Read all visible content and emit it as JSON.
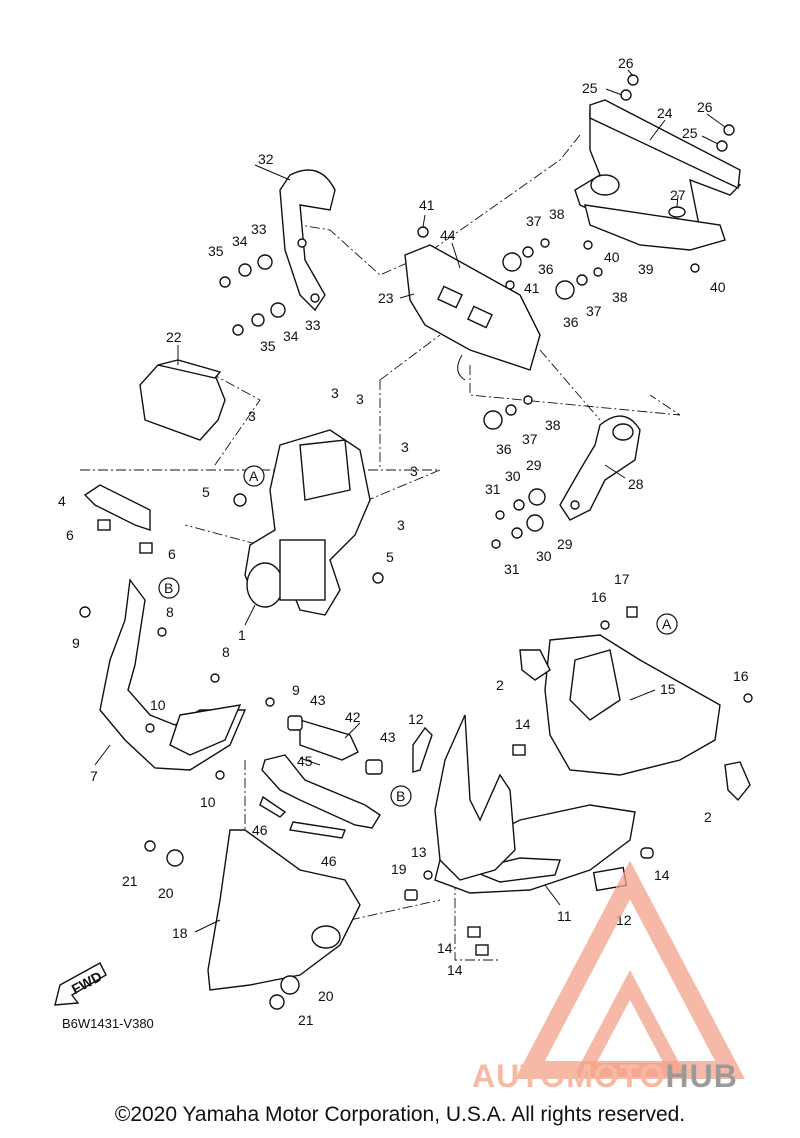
{
  "diagram": {
    "code": "B6W1431-V380",
    "copyright": "©2020 Yamaha Motor Corporation, U.S.A. All rights reserved.",
    "fwd_label": "FWD",
    "watermark": {
      "part1": "AUTOMOTO",
      "part2": "HUB"
    },
    "callouts": [
      {
        "id": "c26a",
        "text": "26"
      },
      {
        "id": "c25a",
        "text": "25"
      },
      {
        "id": "c24",
        "text": "24"
      },
      {
        "id": "c26b",
        "text": "26"
      },
      {
        "id": "c25b",
        "text": "25"
      },
      {
        "id": "c27",
        "text": "27"
      },
      {
        "id": "c32",
        "text": "32"
      },
      {
        "id": "c33a",
        "text": "33"
      },
      {
        "id": "c34a",
        "text": "34"
      },
      {
        "id": "c35a",
        "text": "35"
      },
      {
        "id": "c41a",
        "text": "41"
      },
      {
        "id": "c44",
        "text": "44"
      },
      {
        "id": "c37a",
        "text": "37"
      },
      {
        "id": "c38a",
        "text": "38"
      },
      {
        "id": "c40a",
        "text": "40"
      },
      {
        "id": "c36a",
        "text": "36"
      },
      {
        "id": "c39",
        "text": "39"
      },
      {
        "id": "c40b",
        "text": "40"
      },
      {
        "id": "c41b",
        "text": "41"
      },
      {
        "id": "c38b",
        "text": "38"
      },
      {
        "id": "c23",
        "text": "23"
      },
      {
        "id": "c37b",
        "text": "37"
      },
      {
        "id": "c36b",
        "text": "36"
      },
      {
        "id": "c33b",
        "text": "33"
      },
      {
        "id": "c34b",
        "text": "34"
      },
      {
        "id": "c35b",
        "text": "35"
      },
      {
        "id": "c22",
        "text": "22"
      },
      {
        "id": "c3a",
        "text": "3"
      },
      {
        "id": "c3b",
        "text": "3"
      },
      {
        "id": "c3c",
        "text": "3"
      },
      {
        "id": "c3d",
        "text": "3"
      },
      {
        "id": "c3e",
        "text": "3"
      },
      {
        "id": "c3f",
        "text": "3"
      },
      {
        "id": "c38c",
        "text": "38"
      },
      {
        "id": "c37c",
        "text": "37"
      },
      {
        "id": "c36c",
        "text": "36"
      },
      {
        "id": "cA1",
        "text": "A"
      },
      {
        "id": "c4",
        "text": "4"
      },
      {
        "id": "c5a",
        "text": "5"
      },
      {
        "id": "c6a",
        "text": "6"
      },
      {
        "id": "c6b",
        "text": "6"
      },
      {
        "id": "c29a",
        "text": "29"
      },
      {
        "id": "c30a",
        "text": "30"
      },
      {
        "id": "c31a",
        "text": "31"
      },
      {
        "id": "c28",
        "text": "28"
      },
      {
        "id": "c29b",
        "text": "29"
      },
      {
        "id": "c30b",
        "text": "30"
      },
      {
        "id": "c31b",
        "text": "31"
      },
      {
        "id": "c5b",
        "text": "5"
      },
      {
        "id": "cB1",
        "text": "B"
      },
      {
        "id": "c8a",
        "text": "8"
      },
      {
        "id": "c9a",
        "text": "9"
      },
      {
        "id": "c1",
        "text": "1"
      },
      {
        "id": "c17",
        "text": "17"
      },
      {
        "id": "c16a",
        "text": "16"
      },
      {
        "id": "cA2",
        "text": "A"
      },
      {
        "id": "c8b",
        "text": "8"
      },
      {
        "id": "c2a",
        "text": "2"
      },
      {
        "id": "c15",
        "text": "15"
      },
      {
        "id": "c16b",
        "text": "16"
      },
      {
        "id": "c9b",
        "text": "9"
      },
      {
        "id": "c43a",
        "text": "43"
      },
      {
        "id": "c10a",
        "text": "10"
      },
      {
        "id": "c42",
        "text": "42"
      },
      {
        "id": "c12a",
        "text": "12"
      },
      {
        "id": "c14a",
        "text": "14"
      },
      {
        "id": "c7",
        "text": "7"
      },
      {
        "id": "c43b",
        "text": "43"
      },
      {
        "id": "c45",
        "text": "45"
      },
      {
        "id": "c10b",
        "text": "10"
      },
      {
        "id": "cB2",
        "text": "B"
      },
      {
        "id": "c2b",
        "text": "2"
      },
      {
        "id": "c46a",
        "text": "46"
      },
      {
        "id": "c46b",
        "text": "46"
      },
      {
        "id": "c13",
        "text": "13"
      },
      {
        "id": "c21a",
        "text": "21"
      },
      {
        "id": "c20a",
        "text": "20"
      },
      {
        "id": "c19",
        "text": "19"
      },
      {
        "id": "c14b",
        "text": "14"
      },
      {
        "id": "c11",
        "text": "11"
      },
      {
        "id": "c12b",
        "text": "12"
      },
      {
        "id": "c18",
        "text": "18"
      },
      {
        "id": "c14c",
        "text": "14"
      },
      {
        "id": "c14d",
        "text": "14"
      },
      {
        "id": "c20b",
        "text": "20"
      },
      {
        "id": "c21b",
        "text": "21"
      }
    ]
  }
}
